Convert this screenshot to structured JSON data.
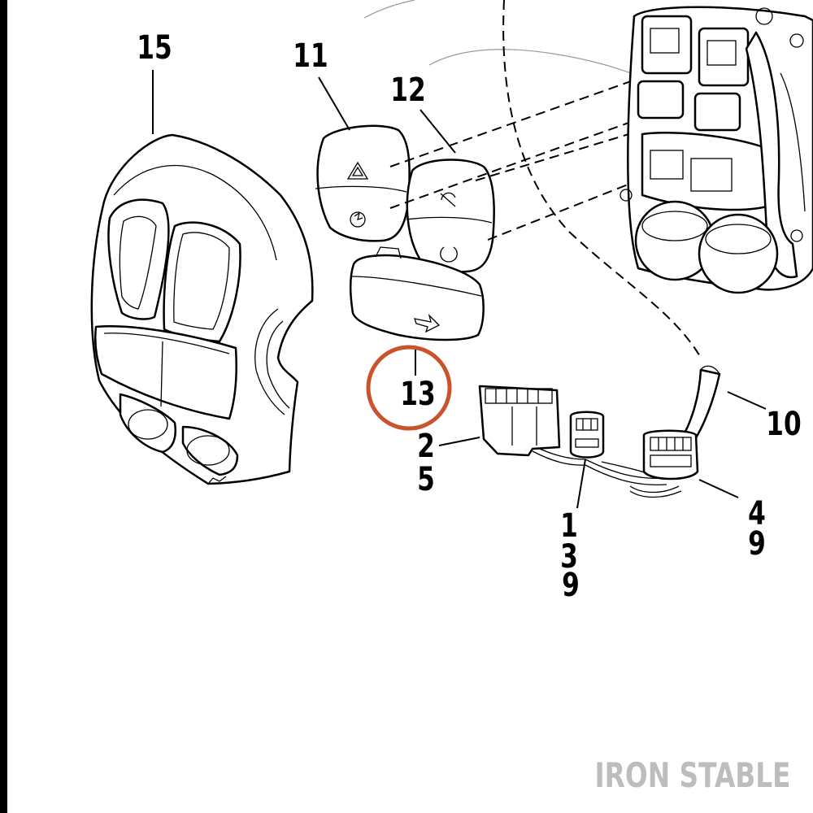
{
  "diagram": {
    "callouts": {
      "c15": "15",
      "c11": "11",
      "c12": "12",
      "c13": "13",
      "c10": "10",
      "c2": "2",
      "c5": "5",
      "c1": "1",
      "c3": "3",
      "c9a": "9",
      "c4": "4",
      "c9b": "9"
    },
    "highlight_color": "#c9532c",
    "highlighted_callout": "13",
    "watermark": "IRON STABLE",
    "icons": [
      "hazard-icon",
      "cruise-icon",
      "power-icon",
      "turn-signal-arrow-icon"
    ]
  }
}
